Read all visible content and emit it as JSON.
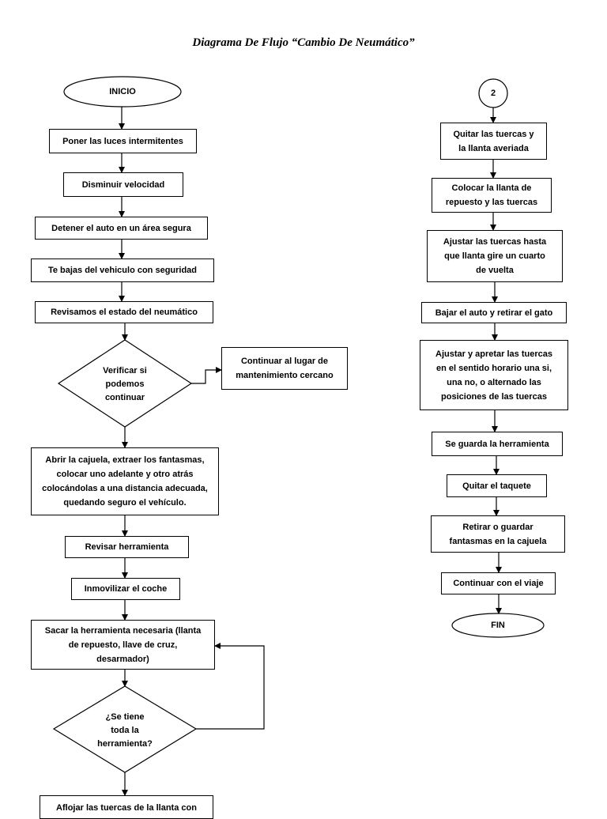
{
  "title": "Diagrama De Flujo “Cambio De Neumático”",
  "left_column": {
    "inicio": "INICIO",
    "step1": "Poner las luces intermitentes",
    "step2": "Disminuir velocidad",
    "step3": "Detener el auto en un área segura",
    "step4": "Te bajas del vehiculo con seguridad",
    "step5": "Revisamos el estado del neumático",
    "decision1": "Verificar si\npodemos\ncontinuar",
    "side_action": "Continuar al lugar de\nmantenimiento cercano",
    "step6": "Abrir la cajuela, extraer los fantasmas,\ncolocar uno adelante y otro atrás\ncolocándolas a una distancia adecuada,\nquedando seguro el vehículo.",
    "step7": "Revisar  herramienta",
    "step8": "Inmovilizar el coche",
    "step9": "Sacar la herramienta necesaria (llanta\nde repuesto, llave de cruz,\ndesarmador)",
    "decision2": "¿Se tiene\ntoda la\nherramienta?",
    "step10": "Aflojar las tuercas de la llanta con"
  },
  "right_column": {
    "connector": "2",
    "step1": "Quitar las tuercas y\nla llanta averiada",
    "step2": "Colocar la llanta de\nrepuesto y las tuercas",
    "step3": "Ajustar las tuercas hasta\nque llanta gire un cuarto\nde vuelta",
    "step4": "Bajar el auto y retirar el gato",
    "step5": "Ajustar y apretar las tuercas\nen el sentido horario una si,\nuna no, o alternado las\nposiciones de las tuercas",
    "step6": "Se guarda la herramienta",
    "step7": "Quitar el taquete",
    "step8": "Retirar o guardar\nfantasmas en la cajuela",
    "step9": "Continuar con el viaje",
    "fin": "FIN"
  }
}
